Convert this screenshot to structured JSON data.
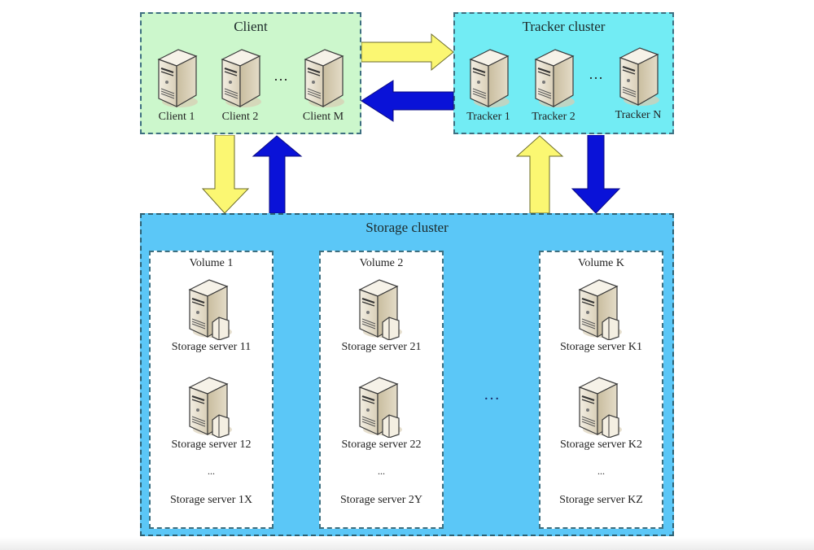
{
  "colors": {
    "client_bg": "#ccf7cc",
    "tracker_bg": "#72ecf4",
    "storage_bg": "#5bc7f7",
    "request_arrow": "#fbf772",
    "response_arrow": "#0a12d8",
    "border": "#3d6f80"
  },
  "client": {
    "title": "Client",
    "nodes": [
      {
        "label": "Client 1",
        "icon": "server-tower-icon"
      },
      {
        "label": "Client 2",
        "icon": "server-tower-icon"
      },
      {
        "label": "Client M",
        "icon": "server-tower-icon"
      }
    ],
    "ellipsis": "…"
  },
  "tracker": {
    "title": "Tracker cluster",
    "nodes": [
      {
        "label": "Tracker 1",
        "icon": "server-tower-icon"
      },
      {
        "label": "Tracker 2",
        "icon": "server-tower-icon"
      },
      {
        "label": "Tracker N",
        "icon": "server-tower-icon"
      }
    ],
    "ellipsis": "…"
  },
  "storage": {
    "title": "Storage cluster",
    "volumes_ellipsis": "…",
    "volumes": [
      {
        "title": "Volume 1",
        "servers": [
          "Storage server 11",
          "Storage server 12"
        ],
        "ellipsis": "...",
        "last": "Storage server 1X"
      },
      {
        "title": "Volume 2",
        "servers": [
          "Storage server 21",
          "Storage server 22"
        ],
        "ellipsis": "...",
        "last": "Storage server 2Y"
      },
      {
        "title": "Volume K",
        "servers": [
          "Storage server K1",
          "Storage server K2"
        ],
        "ellipsis": "...",
        "last": "Storage server KZ"
      }
    ]
  },
  "arrows": [
    {
      "name": "client-to-tracker-arrow",
      "from": "Client",
      "to": "Tracker cluster",
      "color": "yellow"
    },
    {
      "name": "tracker-to-client-arrow",
      "from": "Tracker cluster",
      "to": "Client",
      "color": "blue"
    },
    {
      "name": "client-to-storage-arrow",
      "from": "Client",
      "to": "Storage cluster",
      "color": "yellow"
    },
    {
      "name": "storage-to-client-arrow",
      "from": "Storage cluster",
      "to": "Client",
      "color": "blue"
    },
    {
      "name": "storage-to-tracker-arrow",
      "from": "Storage cluster",
      "to": "Tracker cluster",
      "color": "yellow"
    },
    {
      "name": "tracker-to-storage-arrow",
      "from": "Tracker cluster",
      "to": "Storage cluster",
      "color": "blue"
    }
  ]
}
